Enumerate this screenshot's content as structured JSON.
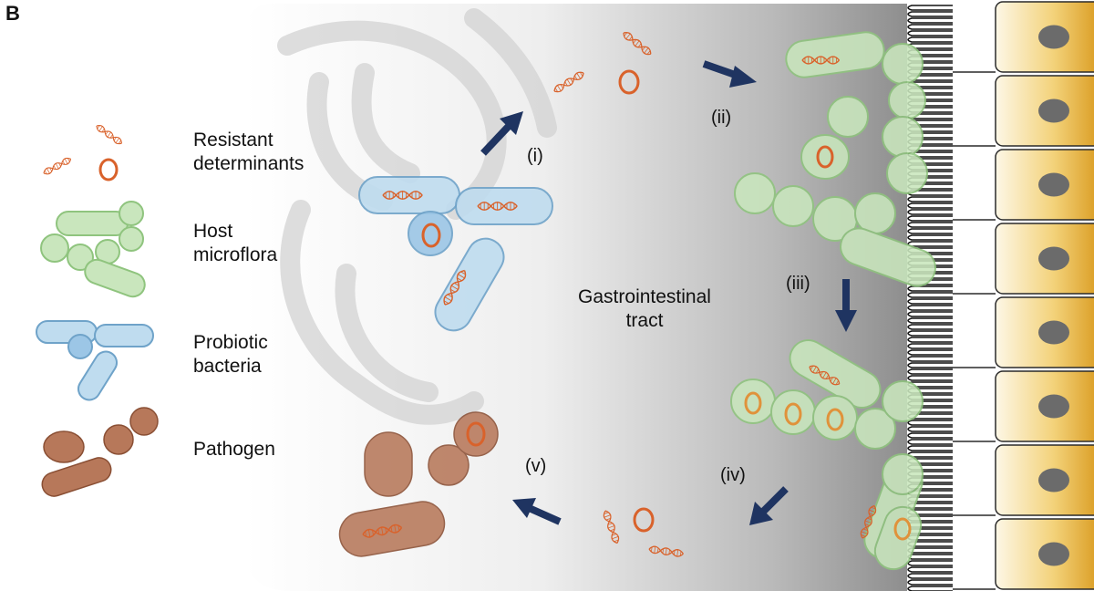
{
  "panel_letter": "B",
  "legend": [
    {
      "key": "resistant",
      "label": "Resistant\ndeterminants"
    },
    {
      "key": "host",
      "label": "Host\nmicroflora"
    },
    {
      "key": "probiotic",
      "label": "Probiotic\nbacteria"
    },
    {
      "key": "pathogen",
      "label": "Pathogen"
    }
  ],
  "center_label": "Gastrointestinal\ntract",
  "steps": [
    "(i)",
    "(ii)",
    "(iii)",
    "(iv)",
    "(v)"
  ],
  "colors": {
    "host_fill": "#c9e6bd",
    "host_stroke": "#8fc47e",
    "probiotic_fill": "#bfdcef",
    "probiotic_stroke": "#6fa3c9",
    "pathogen_fill": "#b7785a",
    "pathogen_stroke": "#8a4f34",
    "dna": "#d9622b",
    "arrow": "#1f3461",
    "epithelium": "#e8b43a",
    "nucleus": "#6b6b6b"
  }
}
